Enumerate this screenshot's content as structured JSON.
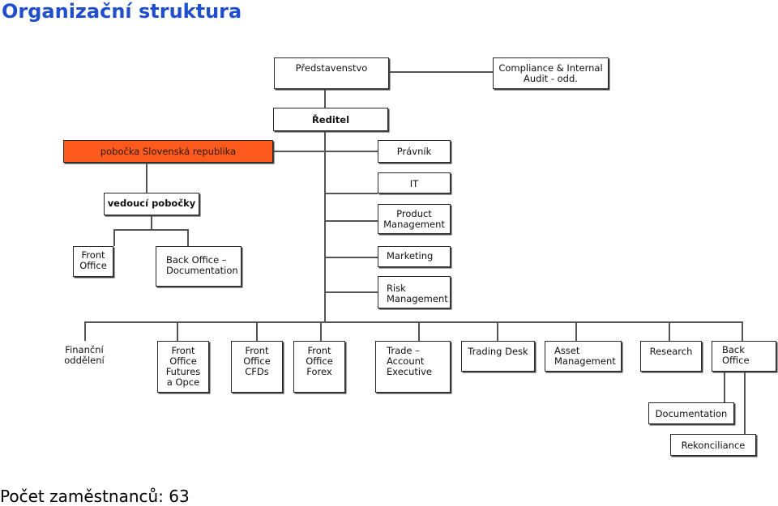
{
  "title": "Organizační struktura",
  "footer": "Počet zaměstnanců: 63",
  "colors": {
    "title": "#1f4fcc",
    "branch_fill": "#ff5a1e"
  },
  "nodes": {
    "predstavenstvo": "Představenstvo",
    "compliance": "Compliance & Internal\nAudit - odd.",
    "reditel": "Ředitel",
    "pobocka": "pobočka Slovenská republika",
    "pravnik": "Právník",
    "it": "IT",
    "product": "Product\nManagement",
    "vedouci": "vedoucí pobočky",
    "front_office": "Front\nOffice",
    "back_office_doc": "Back Office –\nDocumentation",
    "marketing": "Marketing",
    "risk": "Risk\nManagement",
    "financni": "Finanční\noddělení",
    "fo_futures": "Front\nOffice\nFutures\na Opce",
    "fo_cfds": "Front\nOffice\nCFDs",
    "fo_forex": "Front\nOffice\nForex",
    "trade": "Trade –\nAccount\nExecutive",
    "trading_desk": "Trading Desk",
    "asset": "Asset\nManagement",
    "research": "Research",
    "back_office": "Back\nOffice",
    "documentation": "Documentation",
    "rekonciliance": "Rekonciliance"
  }
}
